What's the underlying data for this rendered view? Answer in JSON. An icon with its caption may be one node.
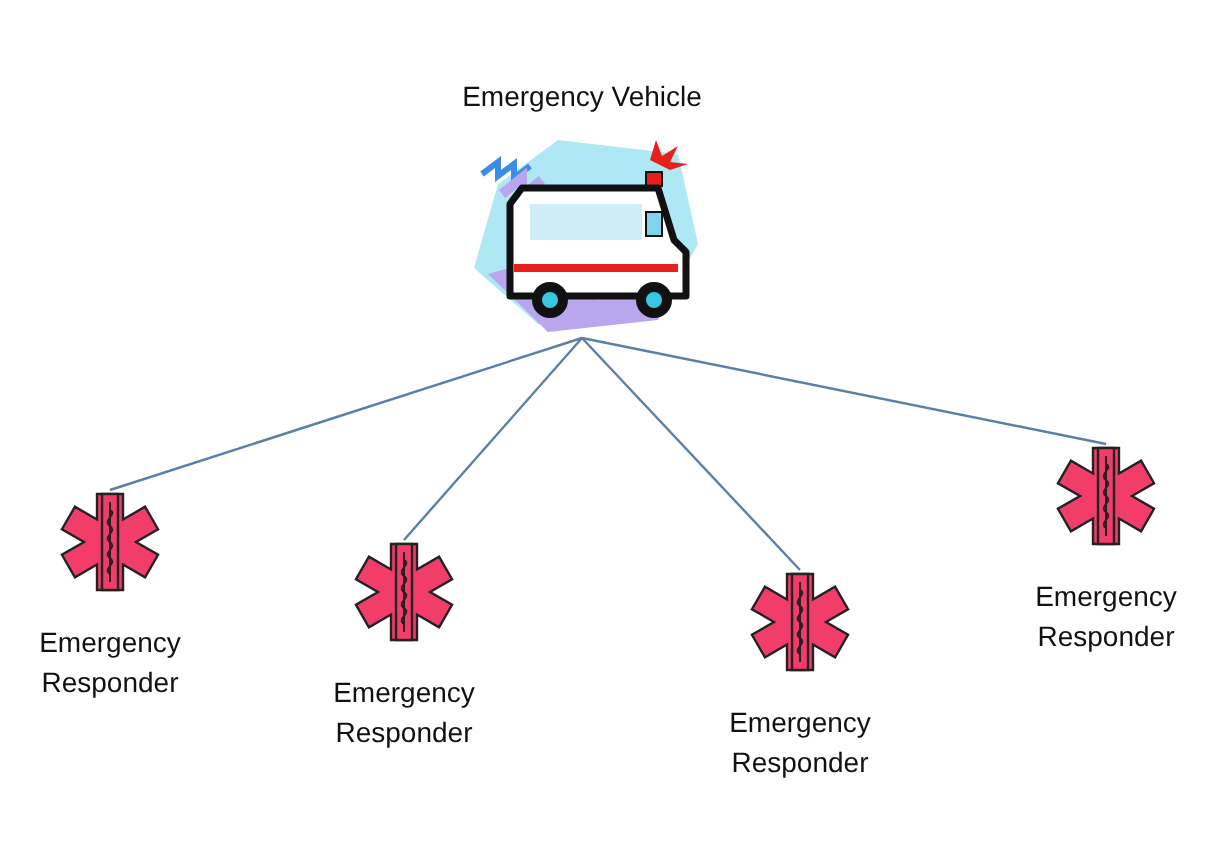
{
  "diagram": {
    "nodes": [
      {
        "text": [
          "Emergency Vehicle"
        ]
      },
      {
        "text": [
          "Emergency Responder"
        ]
      },
      {
        "text": [
          "Emergency Responder"
        ]
      },
      {
        "text": [
          "Emergency Responder"
        ]
      },
      {
        "text": [
          "Emergency Responder"
        ]
      }
    ],
    "edges": [
      {
        "from": 0,
        "to": 1,
        "arrow": "none"
      },
      {
        "from": 0,
        "to": 2,
        "arrow": "none"
      },
      {
        "from": 0,
        "to": 3,
        "arrow": "none"
      },
      {
        "from": 0,
        "to": 4,
        "arrow": "none"
      }
    ]
  }
}
